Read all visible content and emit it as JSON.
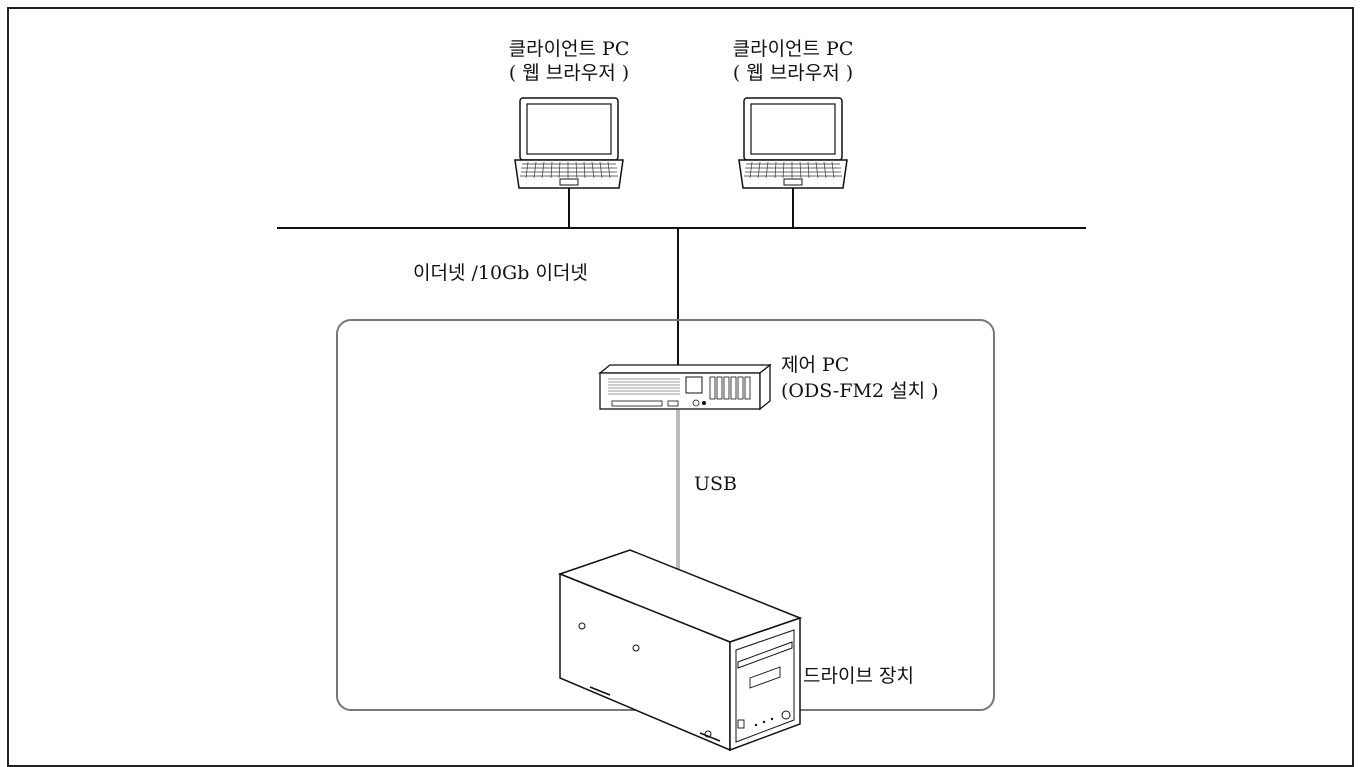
{
  "clients": [
    {
      "title": "클라이언트 PC",
      "subtitle": "( 웹 브라우저 )"
    },
    {
      "title": "클라이언트 PC",
      "subtitle": "( 웹 브라우저 )"
    }
  ],
  "network": {
    "label": "이더넷 /10Gb 이더넷"
  },
  "control_pc": {
    "title": "제어 PC",
    "subtitle": "(ODS-FM2 설치 )"
  },
  "connection": {
    "label": "USB"
  },
  "drive": {
    "label": "드라이브 장치"
  }
}
